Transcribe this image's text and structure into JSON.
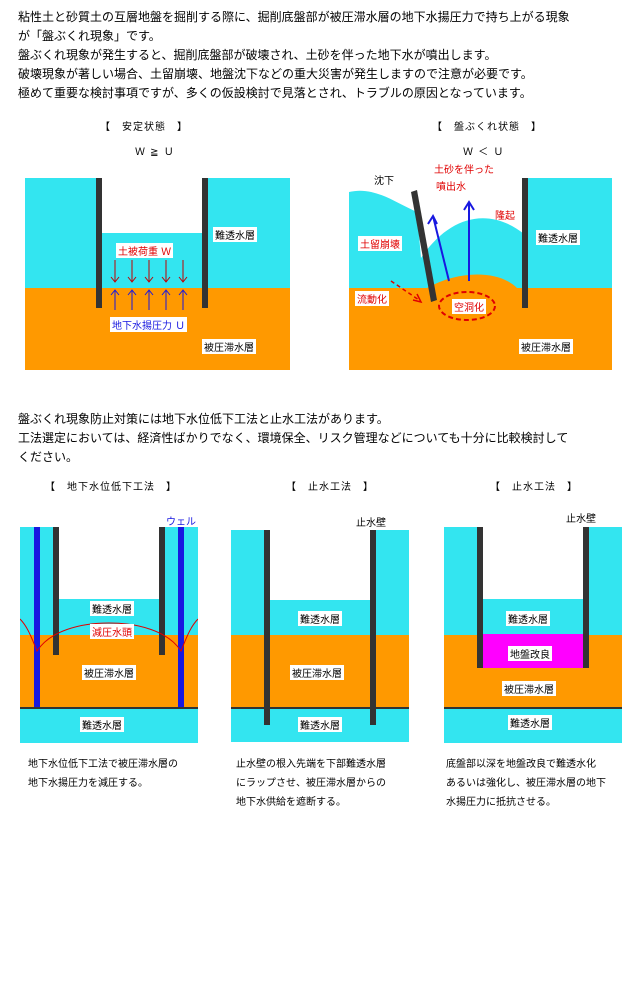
{
  "intro": {
    "lines": [
      "粘性土と砂質土の互層地盤を掘削する際に、掘削底盤部が被圧滞水層の地下水揚圧力で持ち上がる現象",
      "が「盤ぶくれ現象」です。",
      "盤ぶくれ現象が発生すると、掘削底盤部が破壊され、土砂を伴った地下水が噴出します。",
      "破壊現象が著しい場合、土留崩壊、地盤沈下などの重大災害が発生しますので注意が必要です。",
      "極めて重要な検討事項ですが、多くの仮設検討で見落とされ、トラブルの原因となっています。"
    ]
  },
  "stable": {
    "title": "【　安定状態　】",
    "formula": "Ｗ ≧ Ｕ",
    "load_label": "土被荷重 Ｗ",
    "uplift_label": "地下水揚圧力 Ｕ",
    "impermeable_label": "難透水層",
    "confined_label": "被圧滞水層"
  },
  "heave": {
    "title": "【　盤ぶくれ状態　】",
    "formula": "Ｗ ＜ Ｕ",
    "settlement_label": "沈下",
    "sand_label_1": "土砂を伴った",
    "sand_label_2": "噴出水",
    "uplift_label": "隆起",
    "collapse_label": "土留崩壊",
    "fluidize_label": "流動化",
    "cavity_label": "空洞化",
    "impermeable_label": "難透水層",
    "confined_label": "被圧滞水層"
  },
  "middle": {
    "lines": [
      "盤ぶくれ現象防止対策には地下水位低下工法と止水工法があります。",
      "工法選定においては、経済性ばかりでなく、環境保全、リスク管理などについても十分に比較検討して",
      "ください。"
    ]
  },
  "method1": {
    "title": "【　地下水位低下工法　】",
    "well_label": "ウェル",
    "impermeable_label": "難透水層",
    "reduced_label": "減圧水頭",
    "confined_label": "被圧滞水層",
    "bottom_label": "難透水層",
    "caption": [
      "地下水位低下工法で被圧滞水層の",
      "地下水揚圧力を減圧する。"
    ]
  },
  "method2": {
    "title": "【　止水工法　】",
    "wall_label": "止水壁",
    "impermeable_label": "難透水層",
    "confined_label": "被圧滞水層",
    "bottom_label": "難透水層",
    "caption": [
      "止水壁の根入先端を下部難透水層",
      "にラップさせ、被圧滞水層からの",
      "地下水供給を遮断する。"
    ]
  },
  "method3": {
    "title": "【　止水工法　】",
    "wall_label": "止水壁",
    "impermeable_label": "難透水層",
    "improve_label": "地盤改良",
    "confined_label": "被圧滞水層",
    "bottom_label": "難透水層",
    "caption": [
      "底盤部以深を地盤改良で難透水化",
      "あるいは強化し、被圧滞水層の地下",
      "水揚圧力に抵抗させる。"
    ]
  },
  "colors": {
    "cyan": "#33e5f0",
    "orange": "#ff9900",
    "wall": "#333333",
    "red": "#e00000",
    "blue": "#1818e0",
    "magenta": "#ff00ff"
  }
}
